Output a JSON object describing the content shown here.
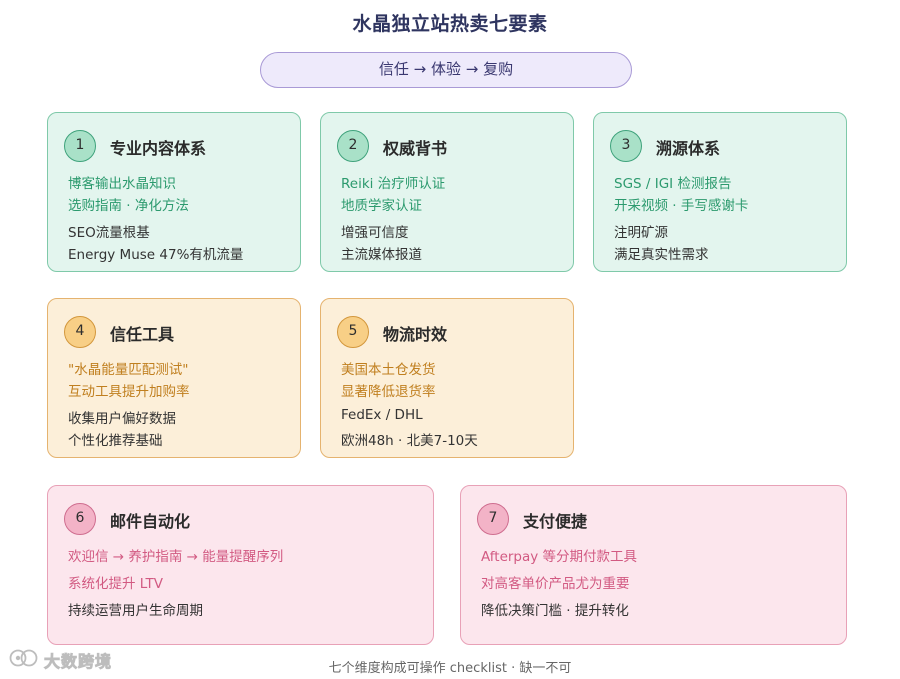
{
  "title": "水晶独立站热卖七要素",
  "flow": "信任 → 体验 → 复购",
  "cards": [
    {
      "num": "1",
      "title": "专业内容体系",
      "lines": [
        "博客输出水晶知识",
        "选购指南 · 净化方法",
        "SEO流量根基",
        "Energy Muse 47%有机流量"
      ]
    },
    {
      "num": "2",
      "title": "权威背书",
      "lines": [
        "Reiki 治疗师认证",
        "地质学家认证",
        "增强可信度",
        "主流媒体报道"
      ]
    },
    {
      "num": "3",
      "title": "溯源体系",
      "lines": [
        "SGS / IGI 检测报告",
        "开采视频 · 手写感谢卡",
        "注明矿源",
        "满足真实性需求"
      ]
    },
    {
      "num": "4",
      "title": "信任工具",
      "lines": [
        "\"水晶能量匹配测试\"",
        "互动工具提升加购率",
        "收集用户偏好数据",
        "个性化推荐基础"
      ]
    },
    {
      "num": "5",
      "title": "物流时效",
      "lines": [
        "美国本土仓发货",
        "显著降低退货率",
        "FedEx / DHL",
        "欧洲48h · 北美7-10天"
      ]
    },
    {
      "num": "6",
      "title": "邮件自动化",
      "lines": [
        "欢迎信 → 养护指南 → 能量提醒序列",
        "系统化提升 LTV",
        "持续运营用户生命周期"
      ]
    },
    {
      "num": "7",
      "title": "支付便捷",
      "lines": [
        "Afterpay 等分期付款工具",
        "对高客单价产品尤为重要",
        "降低决策门槛 · 提升转化"
      ]
    }
  ],
  "footer": "七个维度构成可操作 checklist · 缺一不可",
  "watermark": "大数跨境",
  "watermark_icon": "brand-logo-icon",
  "colors": {
    "green": "#3ea27b",
    "orange": "#d3973c",
    "pink": "#cf6d8f",
    "pill": "#eeeafb"
  }
}
